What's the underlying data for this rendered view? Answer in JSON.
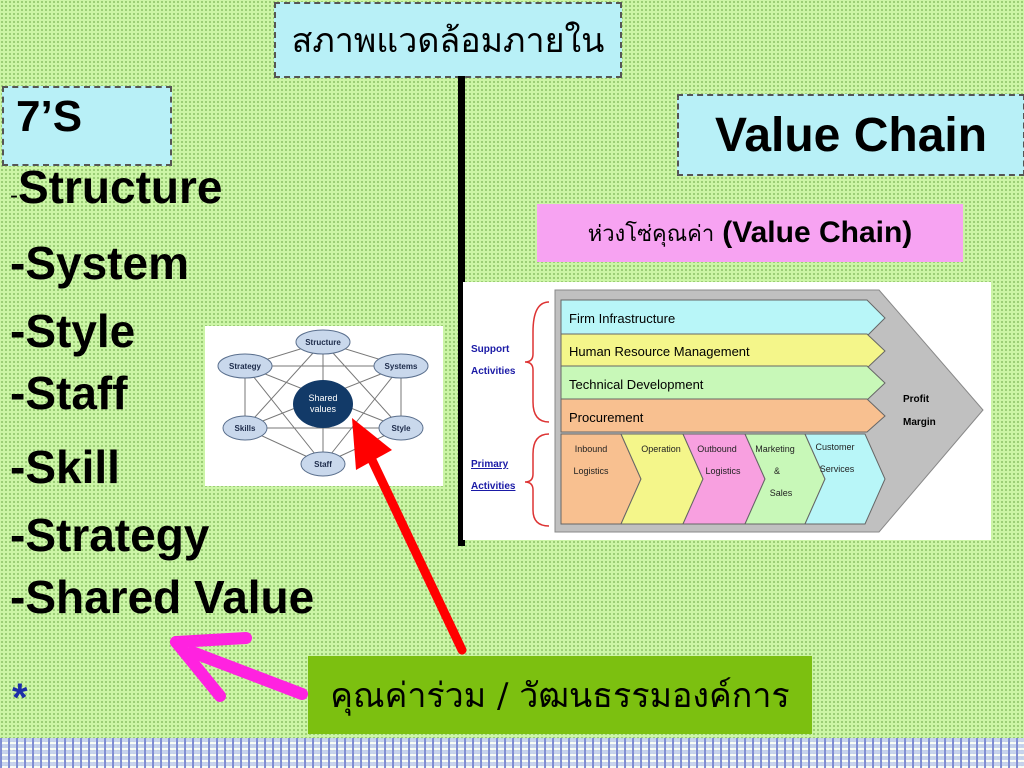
{
  "header": {
    "title": "สภาพแวดล้อมภายใน"
  },
  "seven_s": {
    "title": "7’S",
    "items": [
      {
        "dash": "-",
        "label": "Structure"
      },
      {
        "dash": "",
        "label": "-System"
      },
      {
        "dash": "",
        "label": "-Style"
      },
      {
        "dash": "",
        "label": "-Staff"
      },
      {
        "dash": "",
        "label": "-Skill"
      },
      {
        "dash": "",
        "label": "-Strategy"
      },
      {
        "dash": "",
        "label": "-Shared Value"
      }
    ],
    "star": "*",
    "diagram": {
      "center": "Shared values",
      "nodes": [
        "Structure",
        "Systems",
        "Style",
        "Staff",
        "Skills",
        "Strategy"
      ]
    }
  },
  "value_chain": {
    "title": "Value Chain",
    "subtitle_thai": "ห่วงโซ่คุณค่า",
    "subtitle_eng": "(Value Chain)",
    "diagram": {
      "support_label": [
        "Support",
        "Activities"
      ],
      "primary_label": [
        "Primary",
        "Activities"
      ],
      "support_activities": [
        "Firm Infrastructure",
        "Human Resource Management",
        "Technical Development",
        "Procurement"
      ],
      "primary_activities": [
        [
          "Inbound",
          "Logistics"
        ],
        [
          "Operation"
        ],
        [
          "Outbound",
          "Logistics"
        ],
        [
          "Marketing",
          "&",
          "Sales"
        ],
        [
          "Customer",
          "Services"
        ]
      ],
      "margin_label": [
        "Profit",
        "Margin"
      ]
    }
  },
  "callout": {
    "text": "คุณค่าร่วม / วัฒนธรรมองค์การ"
  },
  "colors": {
    "background": "#ccf5a6",
    "title_box": "#b8f0f7",
    "pink_box": "#f7a3f2",
    "green_box": "#7cc010",
    "arrow_red": "#ff0000",
    "arrow_magenta": "#ff22e0"
  }
}
